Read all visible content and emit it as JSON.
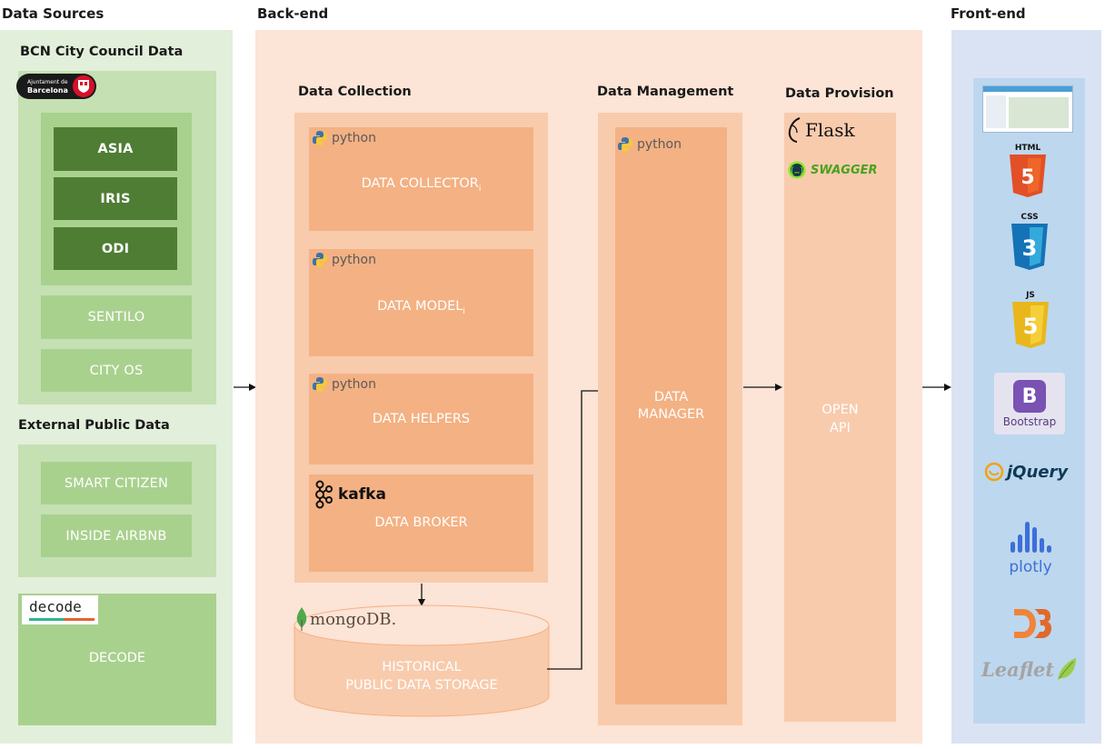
{
  "sections": {
    "data_sources": "Data Sources",
    "backend": "Back-end",
    "frontend": "Front-end"
  },
  "data_sources": {
    "bcn_title": "BCN City Council Data",
    "bcn_logo_line1": "Ajuntament de",
    "bcn_logo_line2": "Barcelona",
    "inner_dark": [
      "ASIA",
      "IRIS",
      "ODI"
    ],
    "sentilo": "SENTILO",
    "city_os": "CITY OS",
    "external_title": "External Public Data",
    "smart_citizen": "SMART CITIZEN",
    "inside_airbnb": "INSIDE AIRBNB",
    "decode_logo": "decode",
    "decode": "DECODE"
  },
  "backend": {
    "collection_title": "Data Collection",
    "management_title": "Data Management",
    "provision_title": "Data Provision",
    "python_logo": "python",
    "data_collector": "DATA COLLECTOR",
    "data_collector_sub": "i",
    "data_model": "DATA MODEL",
    "data_model_sub": "i",
    "data_helpers": "DATA HELPERS",
    "kafka_logo": "kafka",
    "data_broker": "DATA BROKER",
    "mongo_logo": "mongoDB.",
    "storage_line1": "HISTORICAL",
    "storage_line2": "PUBLIC DATA STORAGE",
    "manager_line1": "DATA",
    "manager_line2": "MANAGER",
    "flask_logo": "Flask",
    "swagger_logo": "SWAGGER",
    "open_api_line1": "OPEN",
    "open_api_line2": "API"
  },
  "frontend": {
    "html_label": "HTML",
    "css_label": "CSS",
    "js_label": "JS",
    "bootstrap_label": "Bootstrap",
    "jquery_label": "jQuery",
    "plotly_label": "plotly",
    "d3_label": "D3",
    "leaflet_label": "Leaflet"
  },
  "colors": {
    "green_panel": "#e2efda",
    "green_mid": "#c5e0b3",
    "green_dark": "#4f7d34",
    "green_light": "#a9d18e",
    "peach_panel": "#fce4d6",
    "orange_mid": "#f8cbad",
    "orange_box": "#f4b183",
    "blue_panel": "#dae3f3",
    "blue_mid": "#bdd7ee"
  }
}
